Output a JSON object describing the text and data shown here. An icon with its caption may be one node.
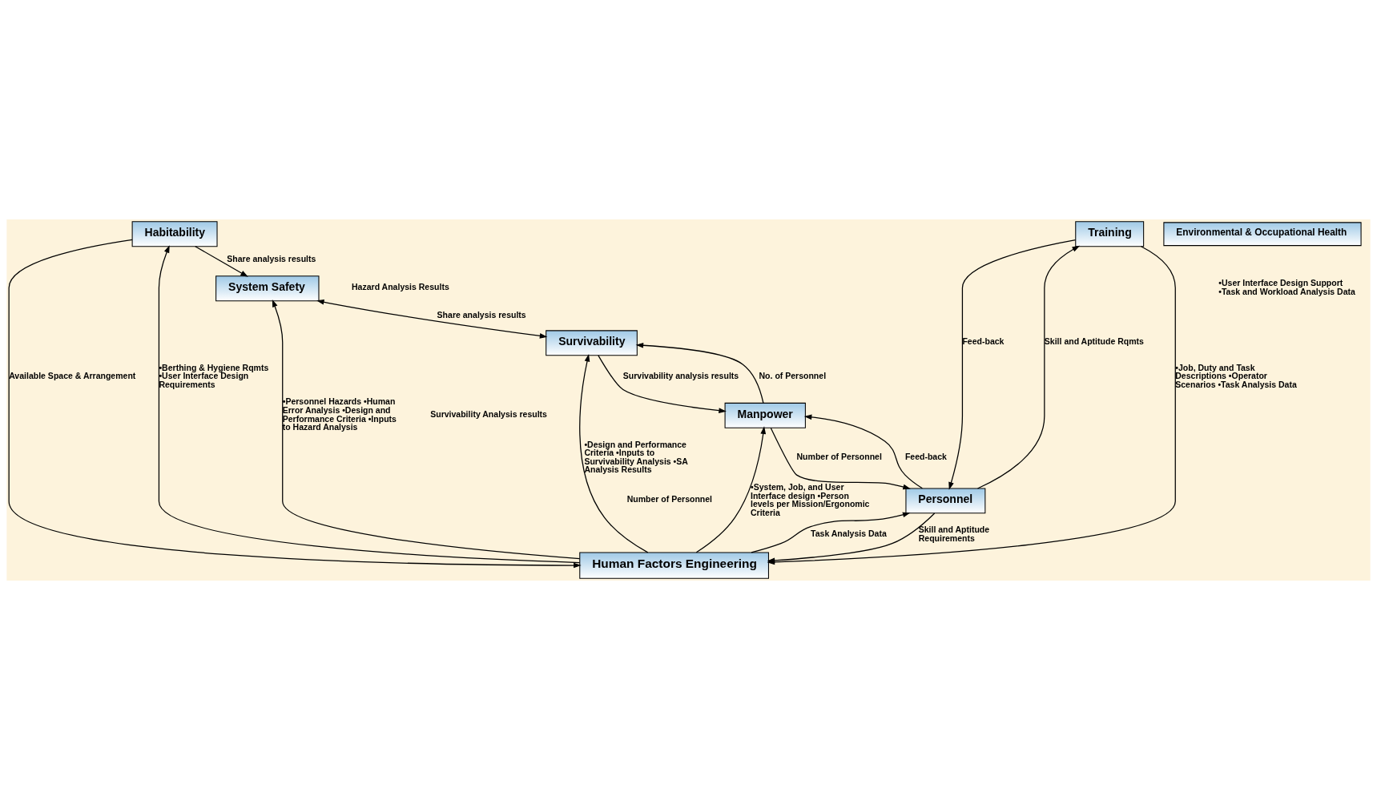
{
  "diagram": {
    "nodes": [
      {
        "text": [
          "Habitability"
        ]
      },
      {
        "text": [
          "Training"
        ]
      },
      {
        "text": [
          "System Safety"
        ]
      },
      {
        "text": [
          "Human Factors Engineering"
        ]
      },
      {
        "text": [
          "Personnel"
        ]
      },
      {
        "text": [
          "Environmental & Occupational Health"
        ]
      },
      {
        "text": [
          "Survivability"
        ]
      },
      {
        "text": [
          "Manpower"
        ]
      }
    ],
    "edges": [
      {
        "from": 0,
        "to": 3,
        "arrow": "to",
        "label": "Available Space & Arrangement"
      },
      {
        "from": 3,
        "to": 0,
        "arrow": "to",
        "label": "•Berthing & Hygiene Rqmts •User Interface Design Requirements"
      },
      {
        "from": 1,
        "to": 3,
        "arrow": "to",
        "label": "•Job, Duty and Task Descriptions •Operator Scenarios •Task Analysis Data"
      },
      {
        "from": 4,
        "to": 3,
        "arrow": "to",
        "label": "Skill and Aptitude Requirements"
      },
      {
        "from": 3,
        "to": 4,
        "arrow": "to",
        "label": "Task Analysis Data"
      },
      {
        "from": 4,
        "to": 1,
        "arrow": "to",
        "label": "Skill and Aptitude Rqmts"
      },
      {
        "from": 1,
        "to": 4,
        "arrow": "to",
        "label": "Feed-back"
      },
      {
        "from": 3,
        "to": 2,
        "arrow": "to",
        "label": "•Personnel Hazards •Human Error Analysis •Design and Performance Criteria •Inputs to Hazard Analysis"
      },
      {
        "from": 0,
        "to": 2,
        "arrow": "to",
        "label": "Share analysis results"
      },
      {
        "from": 2,
        "to": 6,
        "arrow": "both",
        "label": "Share analysis results"
      },
      {
        "from": 3,
        "to": 6,
        "arrow": "to",
        "label": "•Design and Performance Criteria •Inputs to Survivability Analysis •SA Analysis Results"
      },
      {
        "from": 3,
        "to": 7,
        "arrow": "to",
        "label": "•System, Job, and User Interface design •Person levels per Mission/Ergonomic Criteria"
      },
      {
        "from": 7,
        "to": 4,
        "arrow": "to",
        "label": "Number of Personnel"
      },
      {
        "from": 4,
        "to": 7,
        "arrow": "to",
        "label": "Feed-back"
      },
      {
        "from": 6,
        "to": 7,
        "arrow": "to",
        "label": "Survivability analysis results"
      },
      {
        "from": 7,
        "to": 6,
        "arrow": "to",
        "label": "No. of Personnel"
      }
    ],
    "labels": [
      "•User Interface Design Support •Task and Workload Analysis Data",
      "Hazard Analysis Results",
      "Survivability Analysis results",
      "Number of Personnel"
    ]
  }
}
